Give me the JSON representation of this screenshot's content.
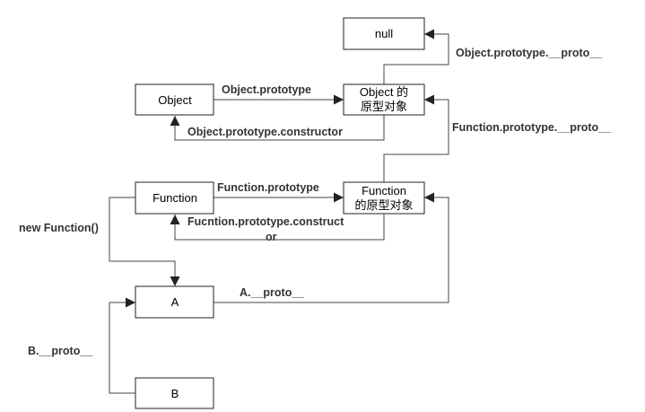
{
  "nodes": {
    "null_node": "null",
    "object": "Object",
    "object_proto_line1": "Object 的",
    "object_proto_line2": "原型对象",
    "function": "Function",
    "function_proto_line1": "Function",
    "function_proto_line2": "的原型对象",
    "a": "A",
    "b": "B"
  },
  "edges": {
    "object_prototype_proto": "Object.prototype.__proto__",
    "object_prototype": "Object.prototype",
    "object_prototype_constructor": "Object.prototype.constructor",
    "function_prototype_proto": "Function.prototype.__proto__",
    "function_prototype": "Function.prototype",
    "function_prototype_constructor_line1": "Fucntion.prototype.construct",
    "function_prototype_constructor_line2": "or",
    "new_function": "new Function()",
    "a_proto": "A.__proto__",
    "b_proto": "B.__proto__"
  }
}
